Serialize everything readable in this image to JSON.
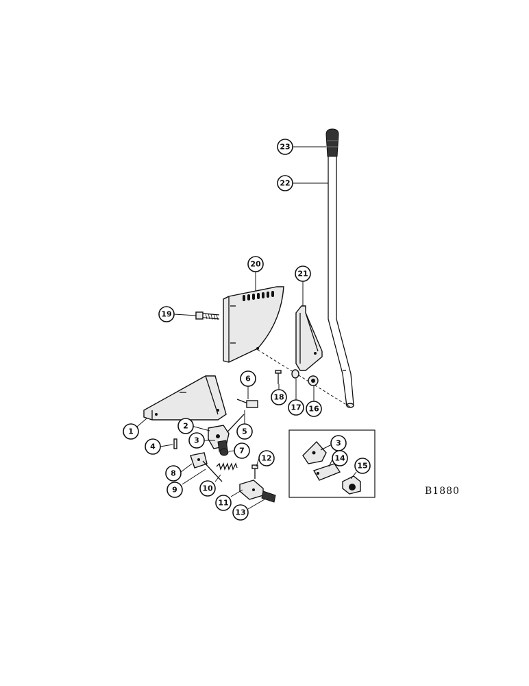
{
  "figure_id": "B1880",
  "callouts": [
    {
      "label": "1"
    },
    {
      "label": "2"
    },
    {
      "label": "3"
    },
    {
      "label": "4"
    },
    {
      "label": "5"
    },
    {
      "label": "6"
    },
    {
      "label": "7"
    },
    {
      "label": "8"
    },
    {
      "label": "9"
    },
    {
      "label": "10"
    },
    {
      "label": "11"
    },
    {
      "label": "12"
    },
    {
      "label": "13"
    },
    {
      "label": "14"
    },
    {
      "label": "15"
    },
    {
      "label": "16"
    },
    {
      "label": "17"
    },
    {
      "label": "18"
    },
    {
      "label": "19"
    },
    {
      "label": "20"
    },
    {
      "label": "21"
    },
    {
      "label": "22"
    },
    {
      "label": "23"
    },
    {
      "label": "3"
    }
  ]
}
